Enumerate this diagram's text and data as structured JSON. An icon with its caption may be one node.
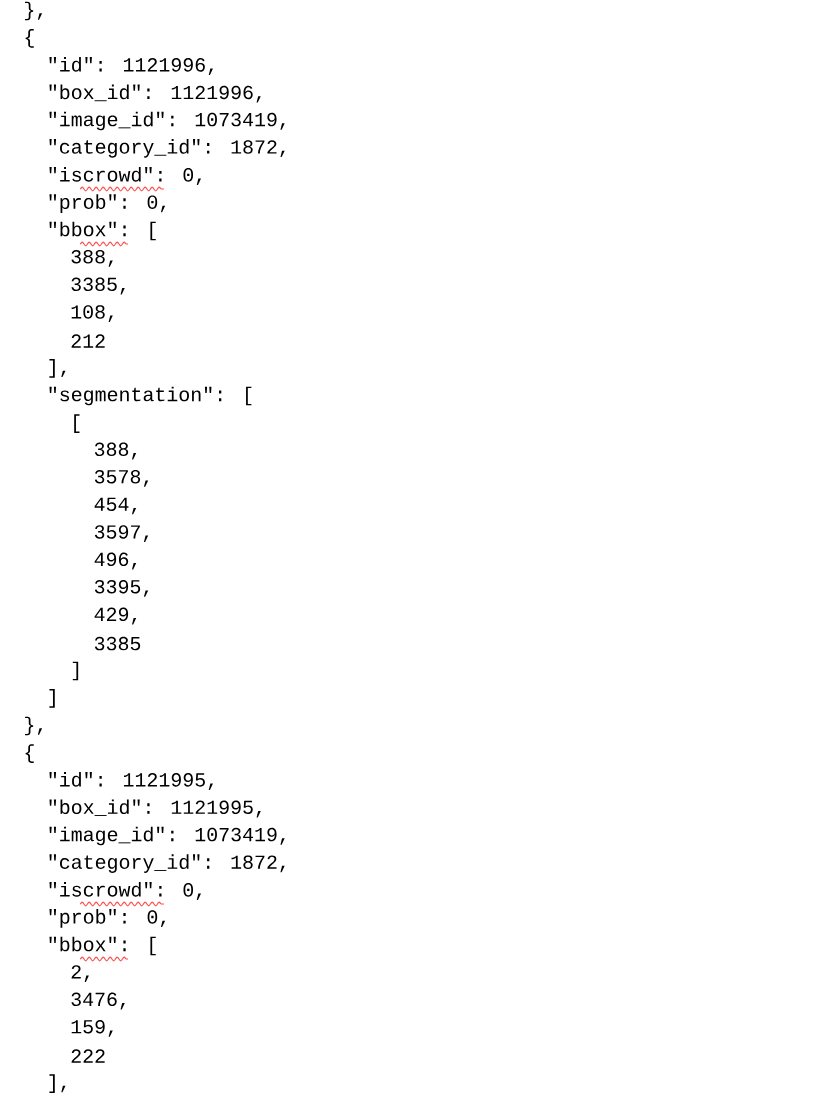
{
  "diagram": {
    "labels": [
      "},",
      "{",
      "\"id\": 1121996,",
      "\"box_id\": 1121996,",
      "\"image_id\": 1073419,",
      "\"category_id\": 1872,",
      "\"iscrowd\": 0,",
      "\"prob\": 0,",
      "\"bbox\": [",
      "388,",
      "3385,",
      "108,",
      "212",
      "],",
      "\"segmentation\": [",
      "[",
      "388,",
      "3578,",
      "454,",
      "3597,",
      "496,",
      "3395,",
      "429,",
      "3385",
      "]",
      "]",
      "},",
      "{",
      "\"id\": 1121995,",
      "\"box_id\": 1121995,",
      "\"image_id\": 1073419,",
      "\"category_id\": 1872,",
      "\"iscrowd\": 0,",
      "\"prob\": 0,",
      "\"bbox\": [",
      "2,",
      "3476,",
      "159,",
      "222",
      "],"
    ]
  }
}
